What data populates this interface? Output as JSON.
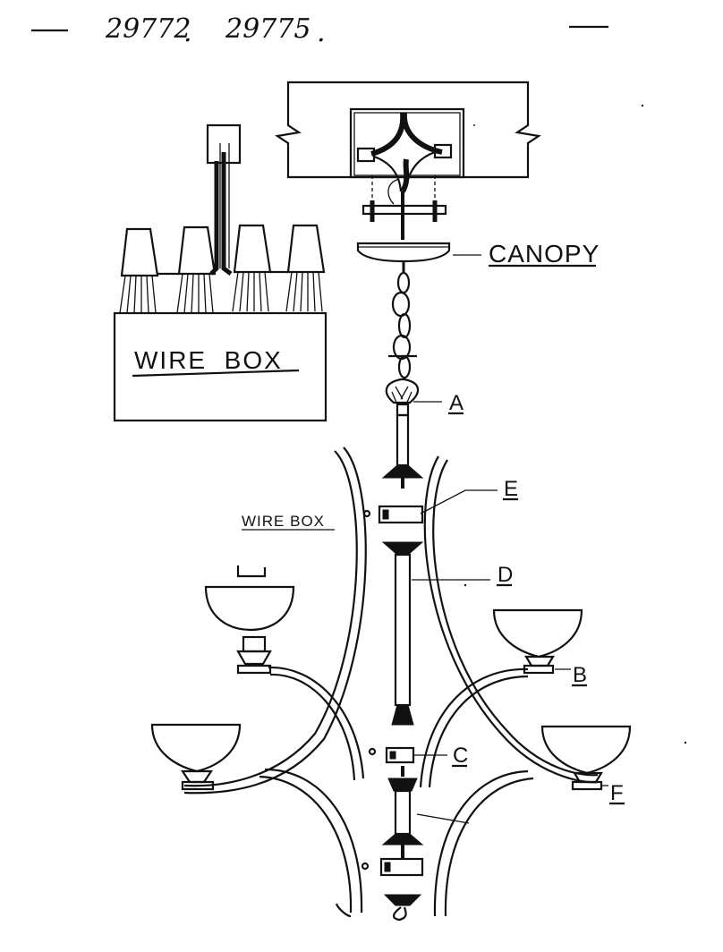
{
  "header": {
    "model_a": "29772",
    "model_b": "29775"
  },
  "labels": {
    "canopy": "CANOPY",
    "wire_box_main": "WIRE  BOX",
    "wire_box_small": "WIRE BOX",
    "a": "A",
    "b": "B",
    "c": "C",
    "d": "D",
    "e": "E",
    "f": "F"
  }
}
